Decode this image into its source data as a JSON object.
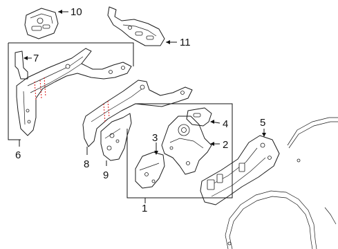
{
  "callouts": {
    "c1": "1",
    "c2": "2",
    "c3": "3",
    "c4": "4",
    "c5": "5",
    "c6": "6",
    "c7": "7",
    "c8": "8",
    "c9": "9",
    "c10": "10",
    "c11": "11"
  },
  "colors": {
    "lines": "#1a1a1a",
    "weld_marks": "#dd1111",
    "background": "#ffffff"
  }
}
